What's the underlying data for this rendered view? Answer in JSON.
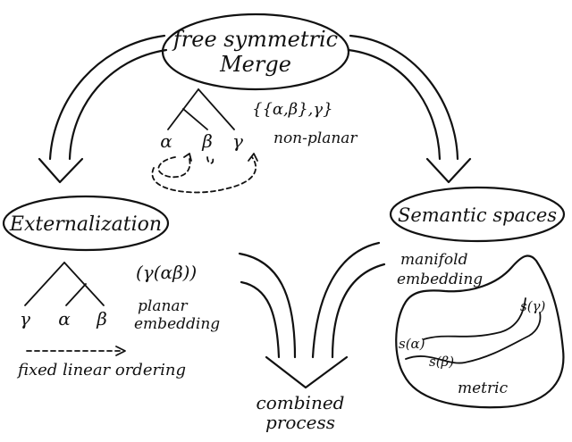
{
  "nodes": {
    "merge_line1": "free symmetric",
    "merge_line2": "Merge",
    "externalization": "Externalization",
    "semantic": "Semantic spaces",
    "combined_line1": "combined",
    "combined_line2": "process"
  },
  "merge_tree": {
    "set_notation": "{{α,β},γ}",
    "leaf_alpha": "α",
    "leaf_beta": "β",
    "leaf_gamma": "γ",
    "caption": "non-planar"
  },
  "ext_tree": {
    "formula": "(γ(αβ))",
    "leaf_gamma": "γ",
    "leaf_alpha": "α",
    "leaf_beta": "β",
    "caption_line1": "planar",
    "caption_line2": "embedding",
    "ordering": "fixed linear ordering"
  },
  "semantic_space": {
    "caption_line1": "manifold",
    "caption_line2": "embedding",
    "point_gamma": "s(γ)",
    "point_alpha": "s(α)",
    "point_beta": "s(β)",
    "metric": "metric"
  }
}
